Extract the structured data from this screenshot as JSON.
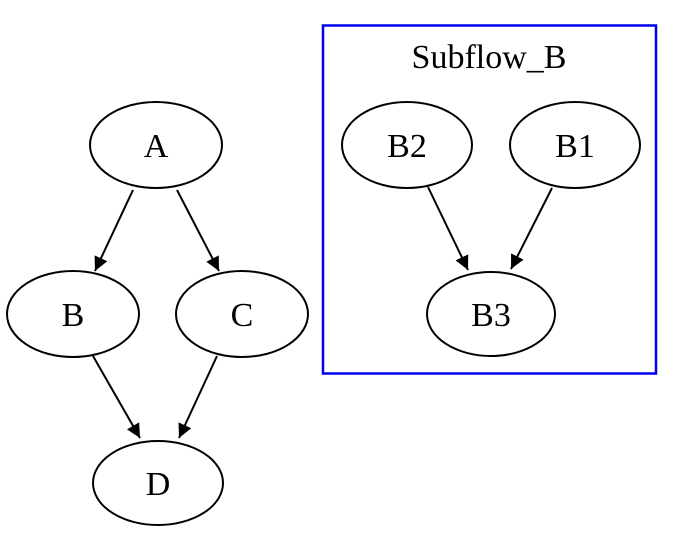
{
  "diagram": {
    "type": "directed-graph",
    "background_color": "#ffffff",
    "colors": {
      "node_fill": "#ffffff",
      "node_stroke": "#000000",
      "edge": "#000000",
      "cluster_border": "#0000ee",
      "text": "#000000"
    },
    "nodes": [
      {
        "id": "A",
        "label": "A"
      },
      {
        "id": "B",
        "label": "B"
      },
      {
        "id": "C",
        "label": "C"
      },
      {
        "id": "D",
        "label": "D"
      },
      {
        "id": "B2",
        "label": "B2"
      },
      {
        "id": "B1",
        "label": "B1"
      },
      {
        "id": "B3",
        "label": "B3"
      }
    ],
    "edges": [
      {
        "from": "A",
        "to": "B"
      },
      {
        "from": "A",
        "to": "C"
      },
      {
        "from": "B",
        "to": "D"
      },
      {
        "from": "C",
        "to": "D"
      },
      {
        "from": "B2",
        "to": "B3"
      },
      {
        "from": "B1",
        "to": "B3"
      }
    ],
    "cluster": {
      "label": "Subflow_B",
      "contains": [
        "B2",
        "B1",
        "B3"
      ]
    }
  }
}
